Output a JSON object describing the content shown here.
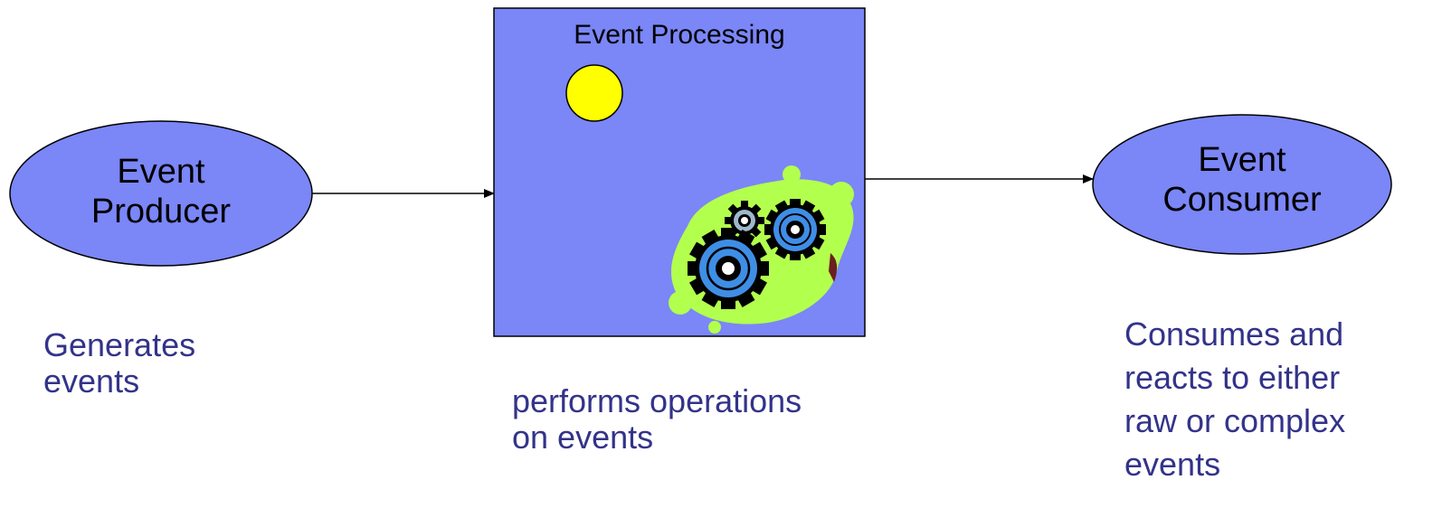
{
  "colors": {
    "node_fill": "#7b86f7",
    "box_fill": "#7b86f7",
    "caption_text": "#33338a",
    "sun_fill": "#ffff00",
    "splat_fill": "#b3ff4d",
    "gear_fill": "#3f8ee6"
  },
  "icons": [
    "sun-icon",
    "gears-icon"
  ],
  "producer": {
    "line1": "Event",
    "line2": "Producer",
    "caption_line1": "Generates",
    "caption_line2": "events"
  },
  "processor": {
    "title": "Event Processing",
    "caption_line1": "performs operations",
    "caption_line2": "on events"
  },
  "consumer": {
    "line1": "Event",
    "line2": "Consumer",
    "caption_line1": "Consumes and",
    "caption_line2": "reacts to either",
    "caption_line3": "raw or complex",
    "caption_line4": "events"
  }
}
